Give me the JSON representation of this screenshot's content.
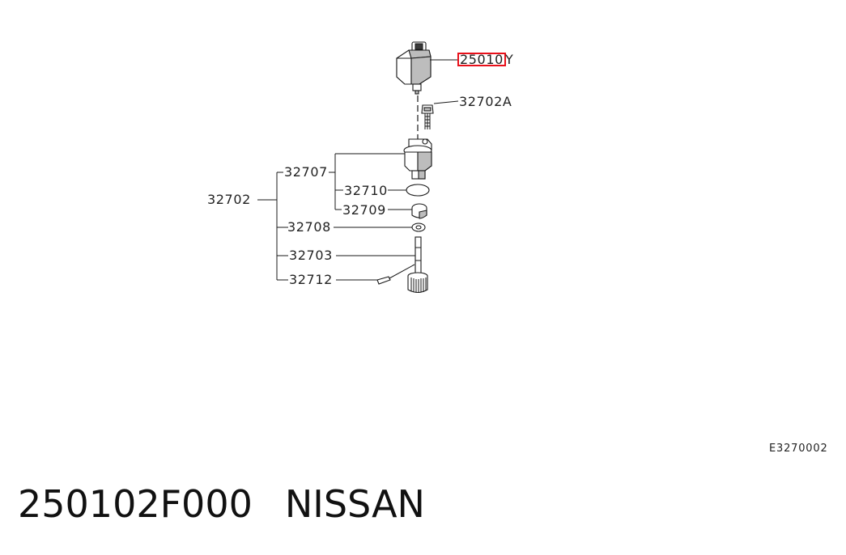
{
  "diagram": {
    "highlight_color": "#e8101a",
    "labels": {
      "p25010": "25010",
      "p25010_suffix": "Y",
      "p32702A": "32702A",
      "p32707": "32707",
      "p32702": "32702",
      "p32710": "32710",
      "p32709": "32709",
      "p32708": "32708",
      "p32703": "32703",
      "p32712": "32712"
    },
    "figure_code": "E3270002"
  },
  "footer": {
    "part_number": "250102F000",
    "brand": "NISSAN"
  }
}
